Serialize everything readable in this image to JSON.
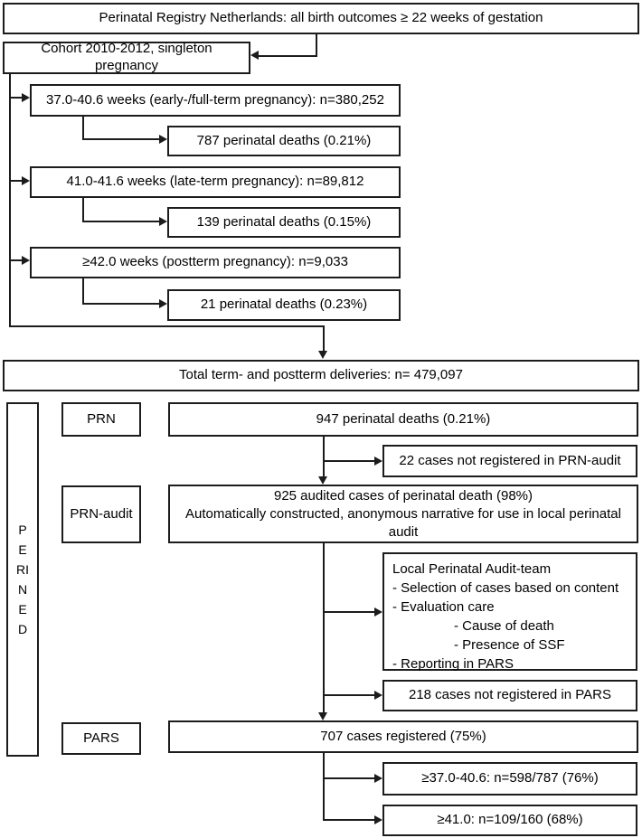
{
  "colors": {
    "line": "#1c1c1c",
    "box_fill": "#ffffff",
    "background": "#ffffff",
    "text": "#000000"
  },
  "flow": {
    "registry": "Perinatal Registry Netherlands: all birth outcomes ≥ 22 weeks of gestation",
    "cohort": "Cohort 2010-2012, singleton pregnancy",
    "groups": [
      {
        "range": "37.0-40.6 weeks (early-/full-term pregnancy): n=380,252",
        "deaths": "787 perinatal deaths (0.21%)"
      },
      {
        "range": "41.0-41.6 weeks (late-term pregnancy): n=89,812",
        "deaths": "139 perinatal deaths (0.15%)"
      },
      {
        "range": "≥42.0 weeks (postterm pregnancy): n=9,033",
        "deaths": "21 perinatal deaths (0.23%)"
      }
    ],
    "total": "Total term- and postterm deliveries: n= 479,097",
    "perined": "PERINED",
    "prn": "PRN",
    "prn_deaths": "947 perinatal deaths (0.21%)",
    "not_registered_prn_audit": "22 cases not registered in PRN-audit",
    "prn_audit": "PRN-audit",
    "audited": {
      "line1": "925 audited cases of perinatal death (98%)",
      "line2": "Automatically constructed, anonymous narrative for use in local perinatal",
      "line3": "audit"
    },
    "local_audit": {
      "title": "Local Perinatal Audit-team",
      "items": [
        "- Selection of cases based on content",
        "- Evaluation care",
        "- Cause of death",
        "- Presence of SSF",
        "- Reporting in PARS"
      ]
    },
    "not_registered_pars": "218 cases not registered in PARS",
    "pars": "PARS",
    "registered": "707 cases registered (75%)",
    "registered_early_term": "≥37.0-40.6: n=598/787 (76%)",
    "registered_late_term": "≥41.0: n=109/160 (68%)"
  }
}
